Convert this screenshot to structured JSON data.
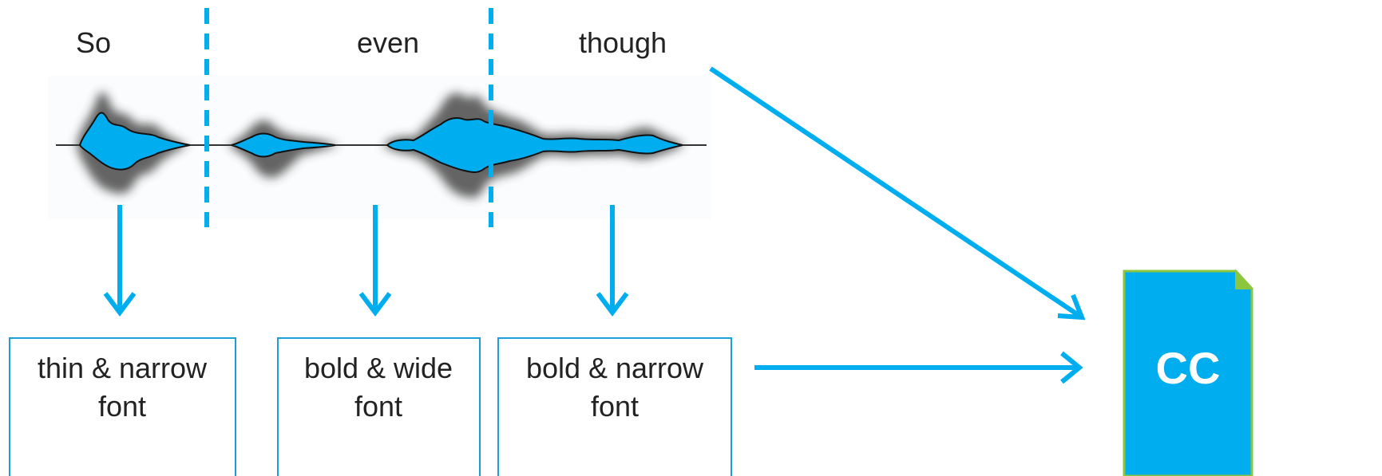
{
  "colors": {
    "accent": "#00aeef",
    "cc_fold": "#8cc63f",
    "box_border": "#1a9fd9",
    "waveform_shadow": "#333333",
    "text": "#222222"
  },
  "words": [
    {
      "id": "so",
      "text": "So"
    },
    {
      "id": "even",
      "text": "even"
    },
    {
      "id": "though",
      "text": "though"
    }
  ],
  "boxes": [
    {
      "id": "so",
      "line1": "thin & narrow",
      "line2": "font"
    },
    {
      "id": "even",
      "line1": "bold & wide",
      "line2": "font"
    },
    {
      "id": "though",
      "line1": "bold & narrow",
      "line2": "font"
    }
  ],
  "cc": {
    "label": "CC",
    "icon": "closed-caption-file-icon"
  }
}
